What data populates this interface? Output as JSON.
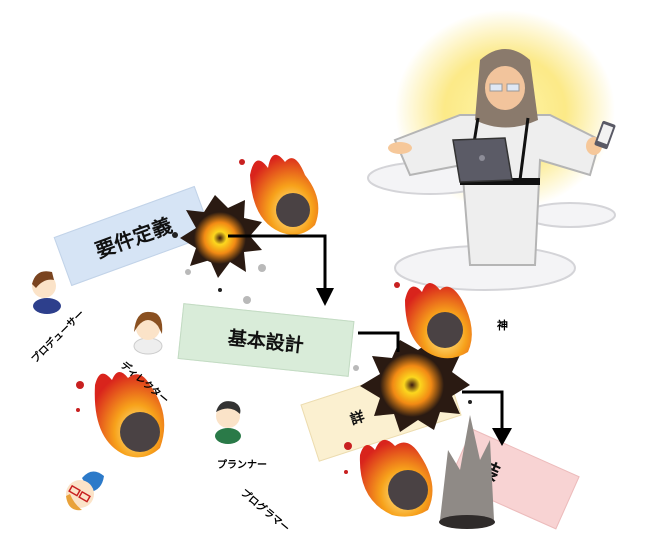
{
  "phases": [
    {
      "id": "requirements",
      "label": "要件定義",
      "color": "#d6e4f5"
    },
    {
      "id": "basic_design",
      "label": "基本設計",
      "color": "#d9ecd9"
    },
    {
      "id": "detailed_design",
      "label": "詳",
      "color": "#fbf0d0"
    },
    {
      "id": "implementation",
      "label": "装",
      "color": "#f8d3d3"
    }
  ],
  "roles": [
    {
      "id": "producer",
      "label": "プロデューサー"
    },
    {
      "id": "director",
      "label": "ディレクター"
    },
    {
      "id": "planner",
      "label": "プランナー"
    },
    {
      "id": "programmer",
      "label": "プログラマー"
    }
  ],
  "god": {
    "label": "神"
  },
  "colors": {
    "arrow": "#000000",
    "explosion": "#f39a1a",
    "fire": "#e0301e",
    "rock": "#4a4244",
    "halo": "#fbe46a"
  }
}
